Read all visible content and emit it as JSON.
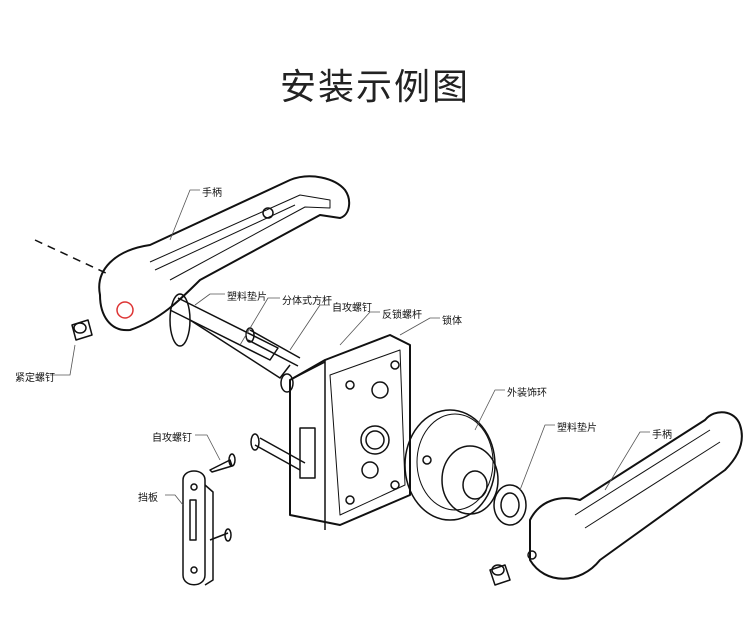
{
  "title": "安装示例图",
  "labels": {
    "handle_top": "手柄",
    "plastic_washer_top": "塑料垫片",
    "split_spindle": "分体式方杆",
    "self_tapping_screw_top": "自攻螺钉",
    "lock_screw_rod": "反锁螺杆",
    "lock_body": "锁体",
    "set_screw": "紧定螺钉",
    "outer_rose": "外装饰环",
    "plastic_washer_bottom": "塑料垫片",
    "handle_bottom": "手柄",
    "self_tapping_screw_left": "自攻螺钉",
    "strike_plate": "挡板"
  }
}
